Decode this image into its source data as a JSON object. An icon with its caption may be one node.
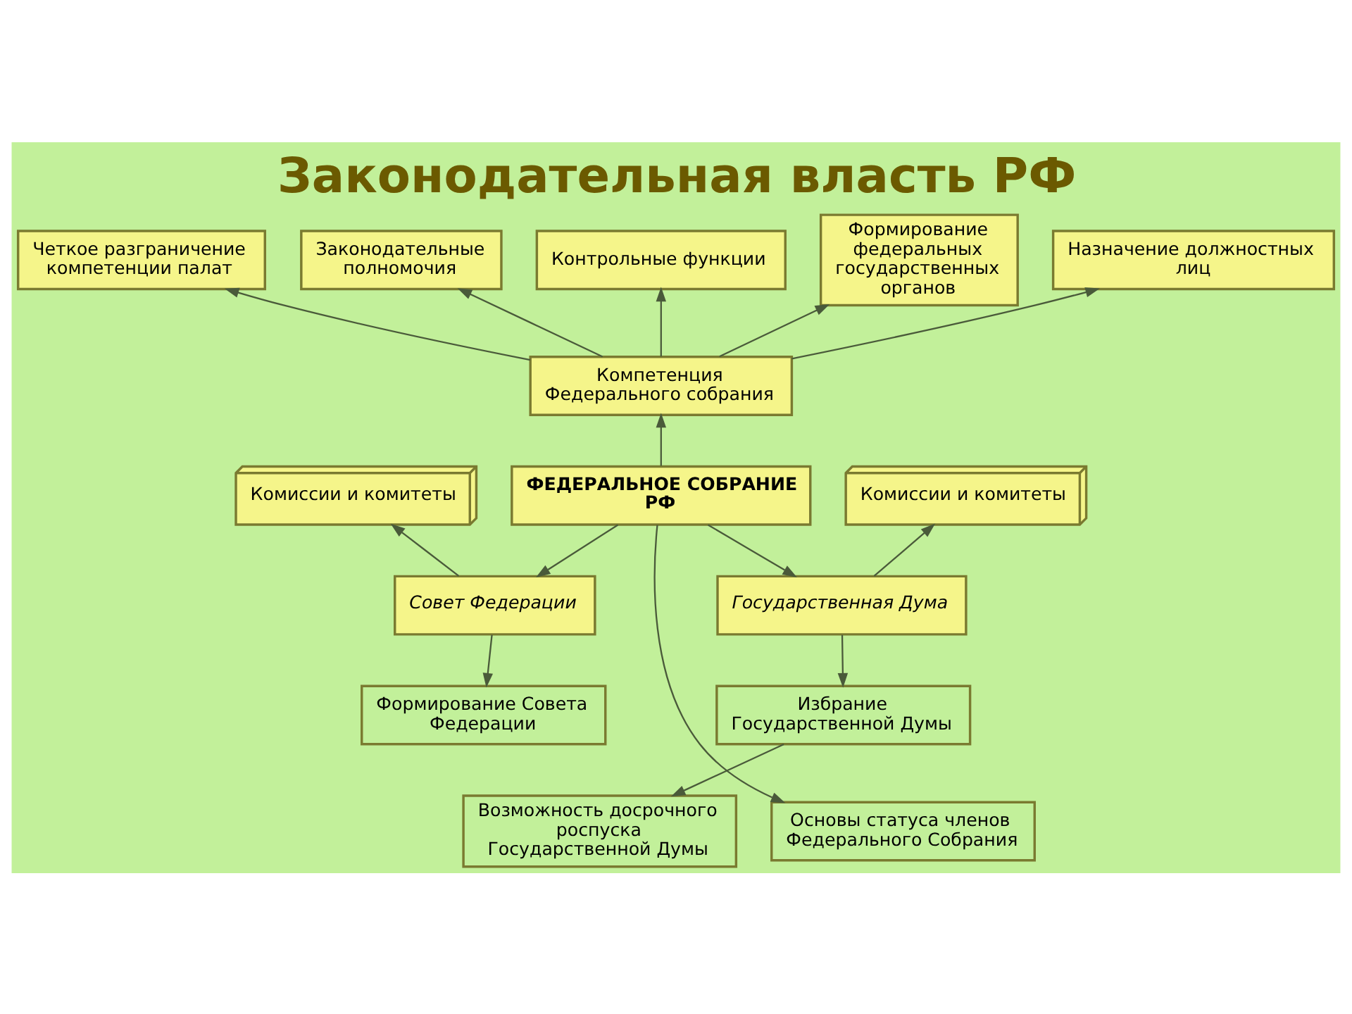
{
  "diagram": {
    "title": "Законодательная власть РФ",
    "nodes": [
      {
        "text": [
          "Четкое разграничение компетенции палат"
        ]
      },
      {
        "text": [
          "Законодательные полномочия"
        ]
      },
      {
        "text": [
          "Контрольные функции"
        ]
      },
      {
        "text": [
          "Формирование федеральных государственных органов"
        ]
      },
      {
        "text": [
          "Назначение должностных лиц"
        ]
      },
      {
        "text": [
          "Компетенция Федерального собрания"
        ]
      },
      {
        "text": [
          "Комиссии и комитеты"
        ]
      },
      {
        "text": [
          "ФЕДЕРАЛЬНОЕ СОБРАНИЕ РФ"
        ]
      },
      {
        "text": [
          "Комиссии и комитеты"
        ]
      },
      {
        "text": [
          "Совет Федерации"
        ]
      },
      {
        "text": [
          "Государственная Дума"
        ]
      },
      {
        "text": [
          "Формирование Совета Федерации"
        ]
      },
      {
        "text": [
          "Избрание Государственной Думы"
        ]
      },
      {
        "text": [
          "Возможность досрочного роспуска Государственной Думы"
        ]
      },
      {
        "text": [
          "Основы статуса членов Федерального Собрания"
        ]
      }
    ],
    "edges": [
      {
        "from": 5,
        "to": 0,
        "arrow": "to"
      },
      {
        "from": 5,
        "to": 1,
        "arrow": "to"
      },
      {
        "from": 5,
        "to": 2,
        "arrow": "to"
      },
      {
        "from": 5,
        "to": 3,
        "arrow": "to"
      },
      {
        "from": 5,
        "to": 4,
        "arrow": "to"
      },
      {
        "from": 7,
        "to": 5,
        "arrow": "to"
      },
      {
        "from": 7,
        "to": 9,
        "arrow": "to"
      },
      {
        "from": 7,
        "to": 10,
        "arrow": "to"
      },
      {
        "from": 9,
        "to": 6,
        "arrow": "to"
      },
      {
        "from": 10,
        "to": 8,
        "arrow": "to"
      },
      {
        "from": 9,
        "to": 11,
        "arrow": "to"
      },
      {
        "from": 10,
        "to": 12,
        "arrow": "to"
      },
      {
        "from": 12,
        "to": 13,
        "arrow": "to"
      },
      {
        "from": 7,
        "to": 14,
        "arrow": "to"
      }
    ]
  }
}
